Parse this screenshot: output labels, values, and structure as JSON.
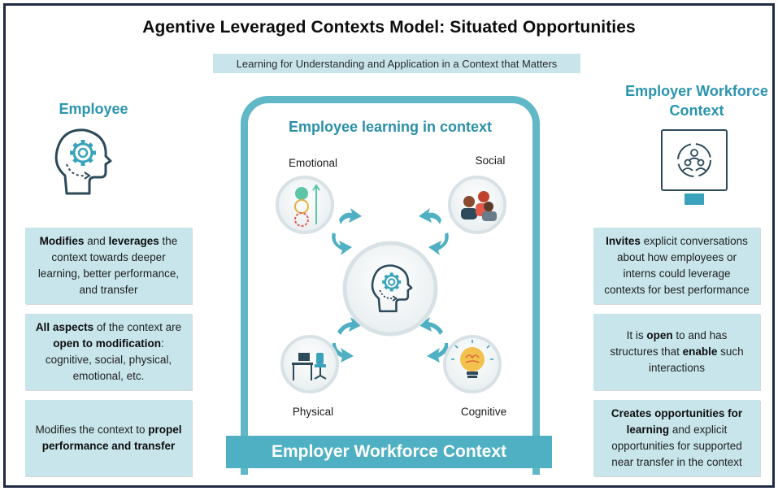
{
  "title": "Agentive Leveraged Contexts Model: Situated Opportunities",
  "subtitle": "Learning for Understanding and Application in a Context that Matters",
  "left": {
    "heading": "Employee",
    "boxes": [
      {
        "b1": "Modifies",
        "t1": " and ",
        "b2": "leverages",
        "t2": " the context towards deeper learning, better performance, and transfer"
      },
      {
        "b1": "All aspects",
        "t1": " of the context are ",
        "b2": "open to modification",
        "t2": ": cognitive, social, physical, emotional, etc."
      },
      {
        "t0": "Modifies the context to ",
        "b1": "propel performance and transfer"
      }
    ]
  },
  "right": {
    "heading": "Employer Workforce Context",
    "boxes": [
      {
        "b1": "Invites",
        "t1": " explicit conversations about how employees or interns could leverage contexts for best performance"
      },
      {
        "t0": "It is ",
        "b1": "open",
        "t1": " to and has structures that ",
        "b2": "enable",
        "t2": " such interactions"
      },
      {
        "b1": "Creates opportunities for learning",
        "t1": " and explicit opportunities for supported near transfer in the context"
      }
    ]
  },
  "center": {
    "title": "Employee learning in context",
    "nodes": {
      "emotional": "Emotional",
      "social": "Social",
      "physical": "Physical",
      "cognitive": "Cognitive"
    },
    "footer": "Employer Workforce Context"
  },
  "colors": {
    "accent": "#2a94ae",
    "frame": "#60b8c7",
    "band": "#4fb0c3",
    "box_fill": "#c7e5ea",
    "head_icon": "#2d4a5a"
  },
  "icons": [
    "head-gear-icon",
    "team-circle-icon",
    "emoji-scale-icon",
    "group-people-icon",
    "desk-chair-icon",
    "lightbulb-brain-icon",
    "cycle-arrows-icon"
  ]
}
